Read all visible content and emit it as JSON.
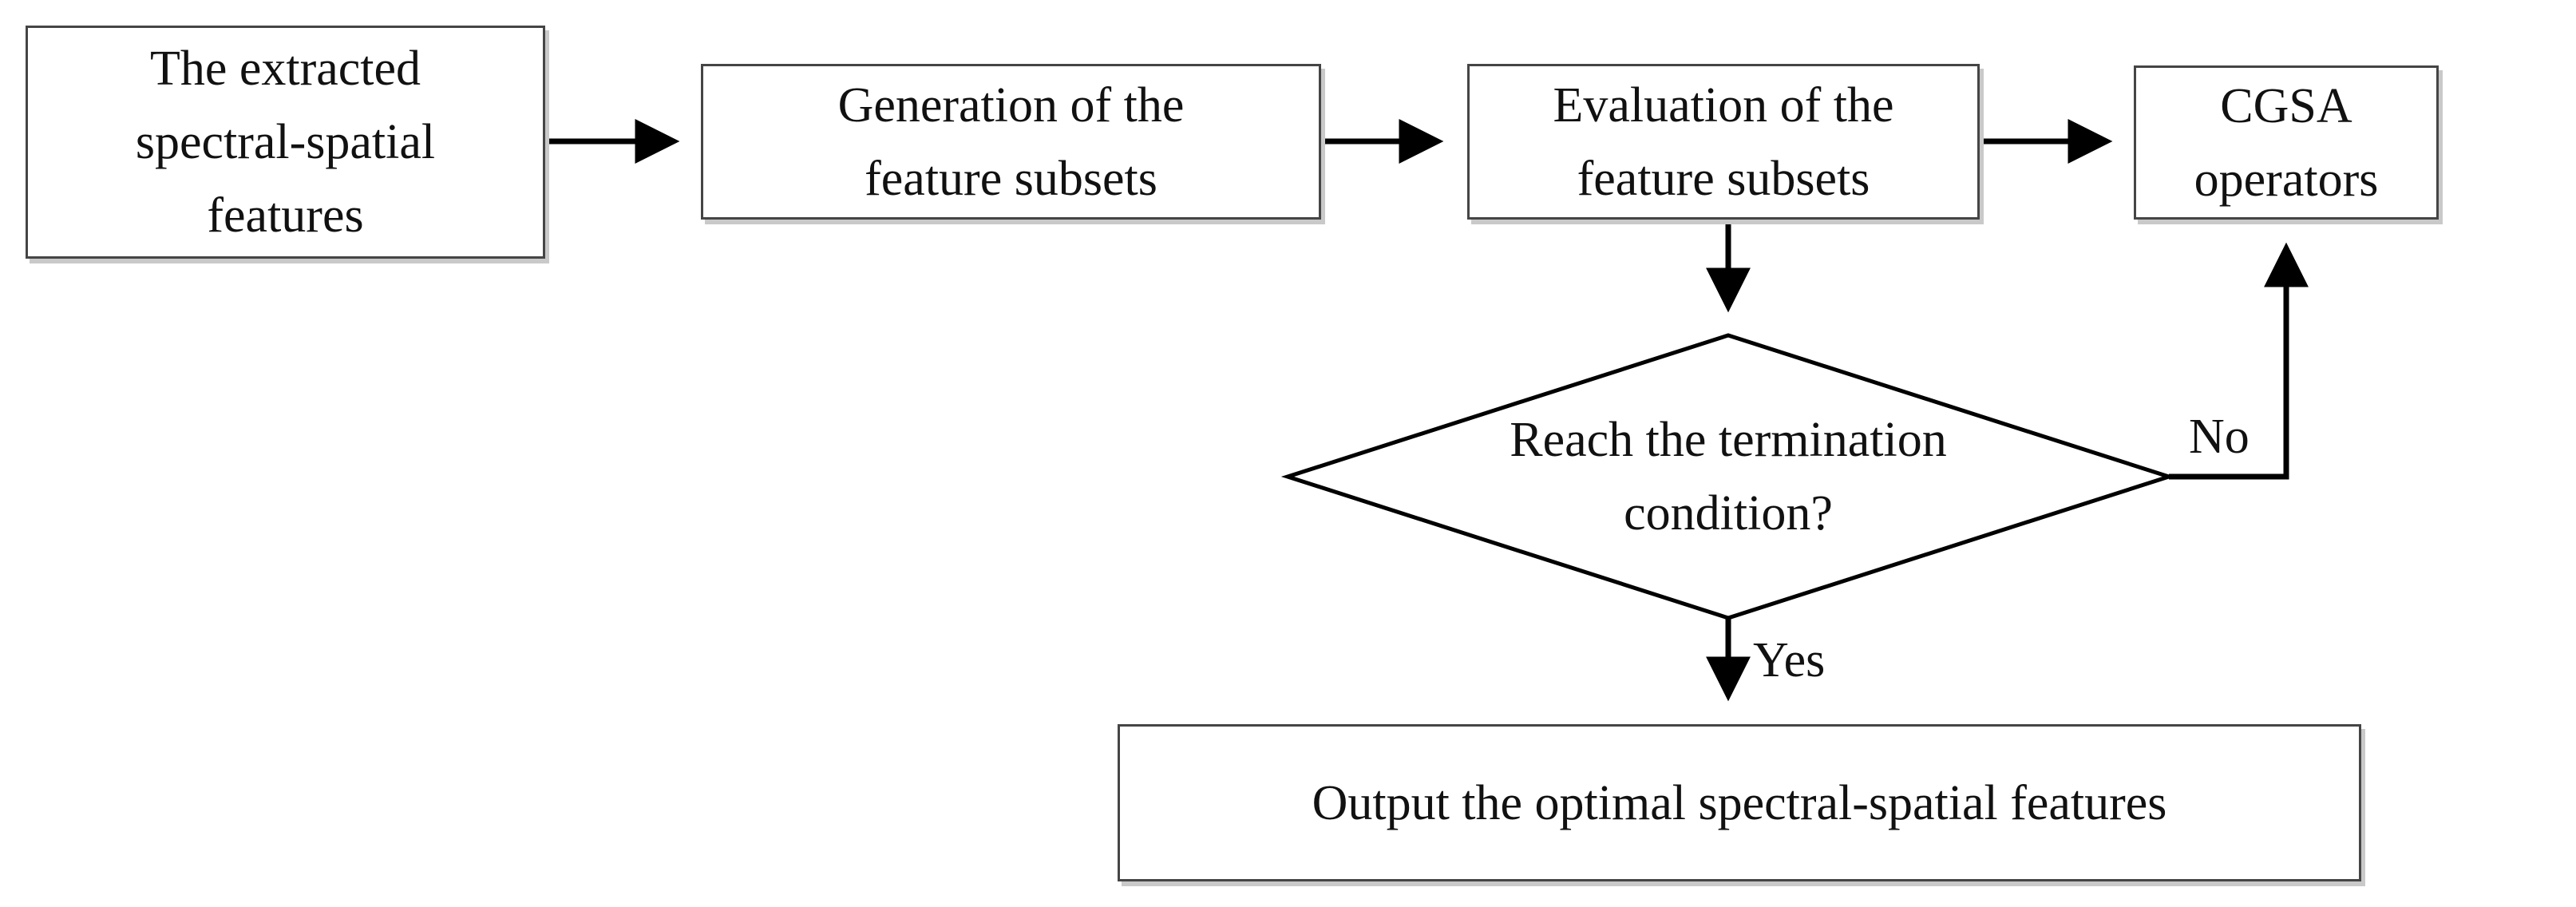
{
  "diagram": {
    "type": "flowchart",
    "background_color": "#ffffff",
    "box_border_color": "#454545",
    "shadow_color": "#c9c9c9",
    "arrow_color": "#000000",
    "nodes": {
      "extracted": {
        "shape": "rectangle",
        "label": "The extracted spectral-spatial features",
        "lines": [
          "The extracted",
          "spectral-spatial",
          "features"
        ]
      },
      "generation": {
        "shape": "rectangle",
        "label": "Generation of the feature subsets",
        "lines": [
          "Generation of the",
          "feature subsets"
        ]
      },
      "evaluation": {
        "shape": "rectangle",
        "label": "Evaluation of the feature subsets",
        "lines": [
          "Evaluation of the",
          "feature subsets"
        ]
      },
      "cgsa": {
        "shape": "rectangle",
        "label": "CGSA operators",
        "lines": [
          "CGSA",
          "operators"
        ]
      },
      "termination": {
        "shape": "diamond",
        "label": "Reach the termination condition?",
        "lines": [
          "Reach the termination",
          "condition?"
        ]
      },
      "output": {
        "shape": "rectangle",
        "label": "Output the optimal spectral-spatial features",
        "lines": [
          "Output the optimal spectral-spatial features"
        ]
      }
    },
    "edges": [
      {
        "from": "extracted",
        "to": "generation",
        "label": ""
      },
      {
        "from": "generation",
        "to": "evaluation",
        "label": ""
      },
      {
        "from": "evaluation",
        "to": "cgsa",
        "label": ""
      },
      {
        "from": "evaluation",
        "to": "termination",
        "label": ""
      },
      {
        "from": "termination",
        "to": "cgsa",
        "label": "No"
      },
      {
        "from": "termination",
        "to": "output",
        "label": "Yes"
      }
    ],
    "edge_labels": {
      "no": "No",
      "yes": "Yes"
    }
  }
}
